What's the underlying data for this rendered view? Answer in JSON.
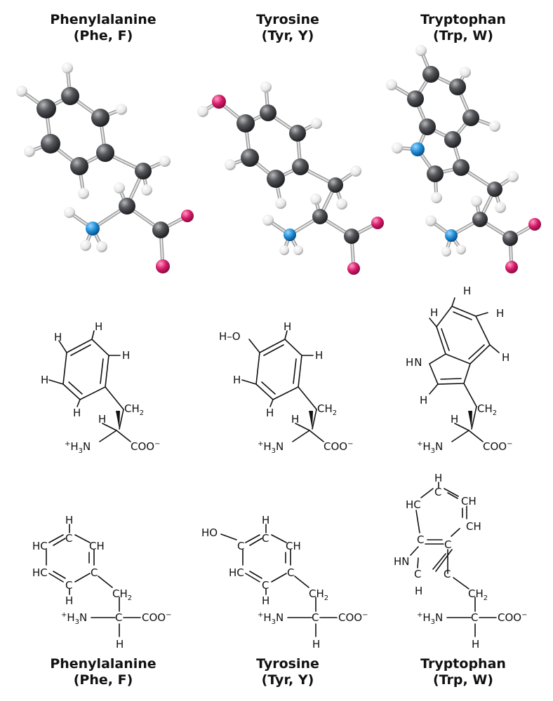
{
  "columns": [
    {
      "name": "Phenylalanine",
      "abbrev": "(Phe, F)"
    },
    {
      "name": "Tyrosine",
      "abbrev": "(Tyr, Y)"
    },
    {
      "name": "Tryptophan",
      "abbrev": "(Trp, W)"
    }
  ],
  "colors": {
    "carbon": "#3c3d40",
    "hydrogen": "#f2f2f2",
    "nitrogen": "#1f8fd6",
    "oxygen": "#d81b6a",
    "stick": "#a5a5a5"
  },
  "labels": {
    "H": "H",
    "HO": "HO",
    "HC": "HC",
    "CH": "CH",
    "C": "C",
    "HN": "HN",
    "H_O": "H–O",
    "N_H": "N",
    "CH2": "CH",
    "sub2": "2",
    "sub3": "3",
    "plus": "+",
    "H3N_H": "H",
    "H3N_N": "N",
    "COO": "COO",
    "minus": "−",
    "dash": "—"
  }
}
